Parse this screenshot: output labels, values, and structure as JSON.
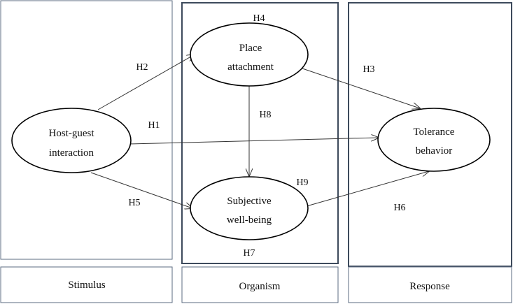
{
  "stages": {
    "stimulus": "Stimulus",
    "organism": "Organism",
    "response": "Response"
  },
  "nodes": {
    "host_guest": [
      "Host-guest",
      "interaction"
    ],
    "place_attachment": [
      "Place",
      "attachment"
    ],
    "subjective_wellbeing": [
      "Subjective",
      "well-being"
    ],
    "tolerance": [
      "Tolerance",
      "behavior"
    ]
  },
  "hypotheses": {
    "h1": "H1",
    "h2": "H2",
    "h3": "H3",
    "h4": "H4",
    "h5": "H5",
    "h6": "H6",
    "h7": "H7",
    "h8": "H8",
    "h9": "H9"
  },
  "colors": {
    "line": "#333333",
    "panel_border_thin": "#5b6b80",
    "panel_border_thick": "#3d4a5c",
    "node_border": "#000000"
  }
}
